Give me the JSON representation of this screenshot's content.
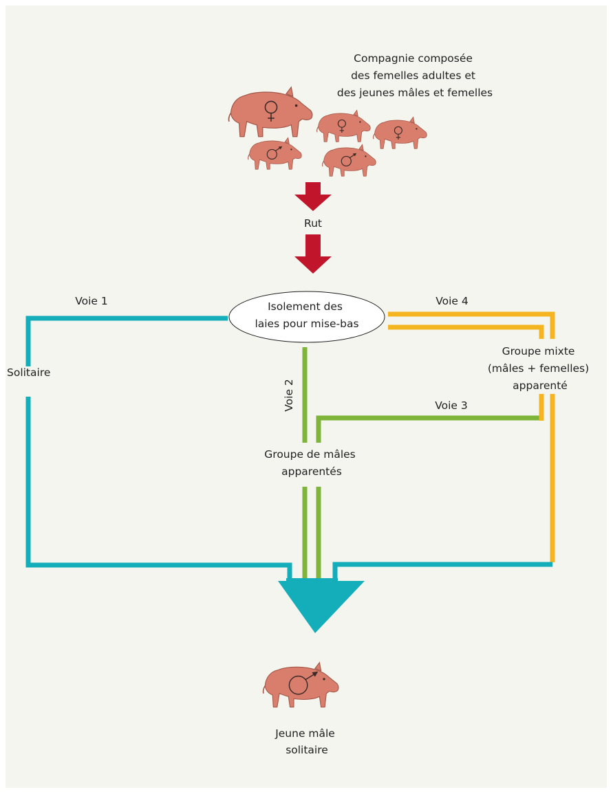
{
  "colors": {
    "background": "#f5f5ef",
    "boar": "#d97e6c",
    "outline": "#3b2a26",
    "arrow_red": "#c0152a",
    "voie_teal": "#14adba",
    "voie_green": "#7fb43a",
    "voie_orange": "#f5b520"
  },
  "icons": {
    "adult_female": "boar-female-icon",
    "young": "boar-young-icon",
    "adult_male": "boar-male-icon"
  },
  "labels": {
    "compagnie": [
      "Compagnie composée",
      "des femelles adultes et",
      "des jeunes mâles et femelles"
    ],
    "rut": "Rut",
    "isolement": [
      "Isolement des",
      "laies pour mise-bas"
    ],
    "voie1": "Voie 1",
    "voie2": "Voie 2",
    "voie3": "Voie 3",
    "voie4": "Voie 4",
    "solitaire": "Solitaire",
    "groupe_mixte": [
      "Groupe mixte",
      "(mâles + femelles)",
      "apparenté"
    ],
    "groupe_males": [
      "Groupe de mâles",
      "apparentés"
    ],
    "jeune_male": [
      "Jeune mâle",
      "solitaire"
    ]
  }
}
